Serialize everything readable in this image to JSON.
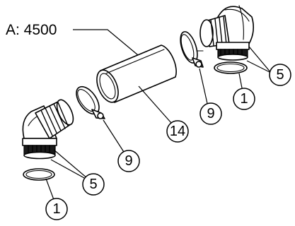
{
  "dimension": {
    "label": "A: 4500"
  },
  "callouts": [
    "5",
    "1",
    "9",
    "14",
    "9",
    "5",
    "1"
  ],
  "parts": {
    "elbow": "90° elbow",
    "o_ring": "o-ring",
    "clamp": "hose clamp",
    "pipe": "straight pipe"
  }
}
